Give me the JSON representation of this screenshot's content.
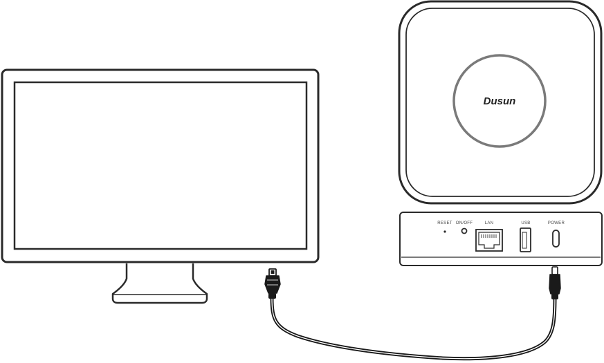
{
  "device": {
    "brand": "Dusun"
  },
  "ports": {
    "reset": "RESET",
    "onoff": "ON/OFF",
    "lan": "LAN",
    "usb": "USB",
    "power": "POWER"
  },
  "colors": {
    "stroke": "#2a2a2a",
    "ring": "#7a7a7a",
    "cable": "#1a1a1a",
    "background": "#ffffff"
  }
}
